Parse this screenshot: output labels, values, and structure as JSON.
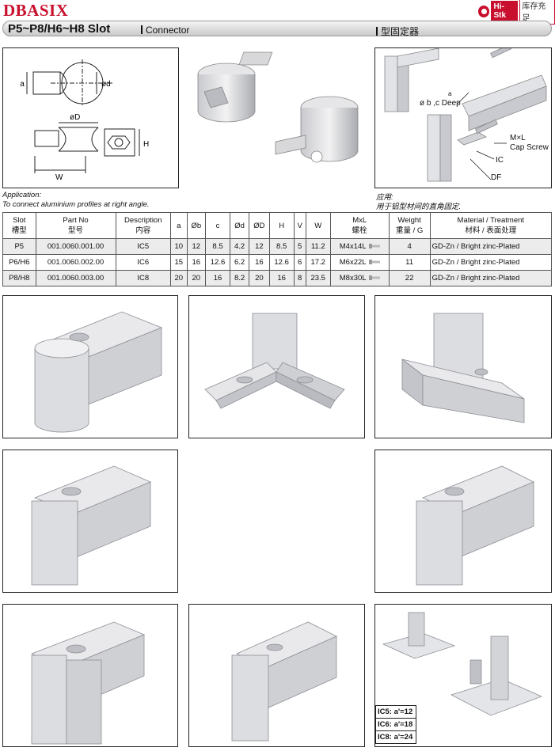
{
  "header": {
    "brand": "DBASIX",
    "badge_logo": "Hi-Stk",
    "badge_text": "库存充足",
    "series": "P5~P8/H6~H8 Slot",
    "name_en": "Connector",
    "name_cn": "型固定器"
  },
  "drawing_labels": {
    "a": "a",
    "phi_d": "ød",
    "phi_D": "øD",
    "H": "H",
    "W": "W",
    "phi_b_c": "ø b ,c Deep",
    "MxL": "M×L",
    "cap_screw": "Cap Screw",
    "IC": "IC",
    "DF": "DF"
  },
  "application": {
    "label_en": "Application:",
    "text_en": "To connect aluminium profiles at right angle.",
    "label_cn": "应用:",
    "text_cn": "用于铝型材间的直角固定."
  },
  "table": {
    "headers": [
      {
        "en": "Slot",
        "cn": "槽型"
      },
      {
        "en": "Part No",
        "cn": "型号"
      },
      {
        "en": "Description",
        "cn": "内容"
      },
      {
        "en": "a",
        "cn": ""
      },
      {
        "en": "Øb",
        "cn": ""
      },
      {
        "en": "c",
        "cn": ""
      },
      {
        "en": "Ød",
        "cn": ""
      },
      {
        "en": "ØD",
        "cn": ""
      },
      {
        "en": "H",
        "cn": ""
      },
      {
        "en": "V",
        "cn": ""
      },
      {
        "en": "W",
        "cn": ""
      },
      {
        "en": "MxL",
        "cn": "螺栓"
      },
      {
        "en": "Weight",
        "cn": "重量 / G"
      },
      {
        "en": "Material / Treatment",
        "cn": "材料 / 表面处理"
      }
    ],
    "rows": [
      [
        "P5",
        "001.0060.001.00",
        "IC5",
        "10",
        "12",
        "8.5",
        "4.2",
        "12",
        "8.5",
        "5",
        "11.2",
        "M4x14L",
        "4",
        "GD-Zn / Bright zinc-Plated"
      ],
      [
        "P6/H6",
        "001.0060.002.00",
        "IC6",
        "15",
        "16",
        "12.6",
        "6.2",
        "16",
        "12.6",
        "6",
        "17.2",
        "M6x22L",
        "11",
        "GD-Zn / Bright zinc-Plated"
      ],
      [
        "P8/H8",
        "001.0060.003.00",
        "IC8",
        "20",
        "20",
        "16",
        "8.2",
        "20",
        "16",
        "8",
        "23.5",
        "M8x30L",
        "22",
        "GD-Zn / Bright zinc-Plated"
      ]
    ]
  },
  "legend": [
    "IC5: a'=12",
    "IC6: a'=18",
    "IC8: a'=24"
  ],
  "colors": {
    "brand_red": "#c8102e",
    "metal_light": "#e8e8ea",
    "metal_dark": "#9a9ca2"
  }
}
